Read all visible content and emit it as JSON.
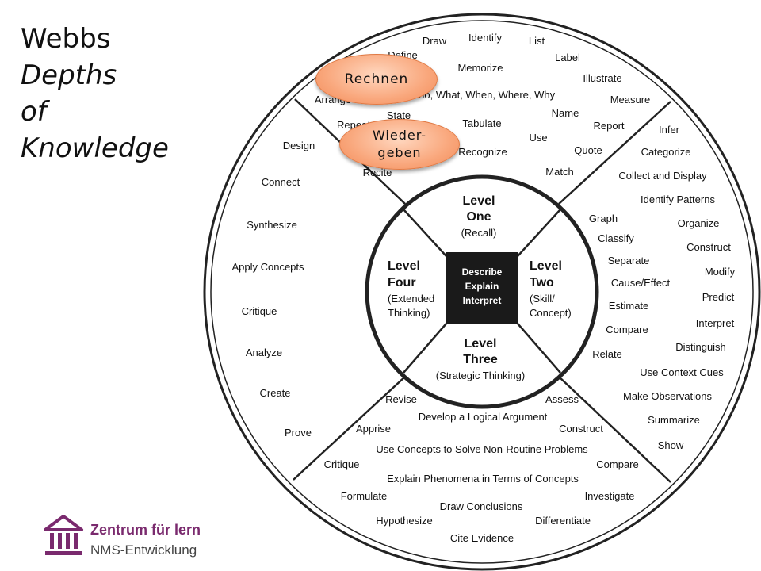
{
  "title": {
    "line1": "Webbs",
    "line2": "Depths",
    "line3": "of",
    "line4": "Knowledge"
  },
  "bubbles": {
    "rechnen": "Rechnen",
    "wieder_line1": "Wieder-",
    "wieder_line2": "geben"
  },
  "center": {
    "line1": "Describe",
    "line2": "Explain",
    "line3": "Interpret"
  },
  "levels": [
    {
      "l1": "Level",
      "l2": "One",
      "sub": [
        "(Recall)"
      ]
    },
    {
      "l1": "Level",
      "l2": "Two",
      "sub": [
        "(Skill/",
        "Concept)"
      ]
    },
    {
      "l1": "Level",
      "l2": "Three",
      "sub": [
        "(Strategic Thinking)"
      ]
    },
    {
      "l1": "Level",
      "l2": "Four",
      "sub": [
        "(Extended",
        "Thinking)"
      ]
    }
  ],
  "quadrants": {
    "recall": [
      "Draw",
      "Identify",
      "List",
      "Define",
      "Label",
      "Memorize",
      "Illustrate",
      "Arrange",
      "Who, What, When, Where, Why",
      "Measure",
      "State",
      "Name",
      "Repeat",
      "Tabulate",
      "Report",
      "Use",
      "Recognize",
      "Quote",
      "Recite",
      "Match"
    ],
    "skill": [
      "Infer",
      "Categorize",
      "Collect and Display",
      "Identify Patterns",
      "Graph",
      "Organize",
      "Classify",
      "Construct",
      "Separate",
      "Modify",
      "Cause/Effect",
      "Predict",
      "Estimate",
      "Interpret",
      "Compare",
      "Distinguish",
      "Relate",
      "Use Context Cues",
      "Make Observations",
      "Summarize",
      "Show"
    ],
    "strategic": [
      "Revise",
      "Assess",
      "Develop a Logical Argument",
      "Apprise",
      "Construct",
      "Use Concepts to Solve Non-Routine Problems",
      "Critique",
      "Compare",
      "Explain Phenomena in Terms of Concepts",
      "Formulate",
      "Investigate",
      "Draw Conclusions",
      "Hypothesize",
      "Differentiate",
      "Cite Evidence"
    ],
    "extended": [
      "Design",
      "Connect",
      "Synthesize",
      "Apply Concepts",
      "Critique",
      "Analyze",
      "Create",
      "Prove"
    ]
  },
  "logo": {
    "title": "Zentrum für lern",
    "subtitle": "NMS-Entwicklung"
  },
  "colors": {
    "bubble": "#f9a77c",
    "logo": "#7a2a6e",
    "center_box": "#1a1a1a"
  }
}
